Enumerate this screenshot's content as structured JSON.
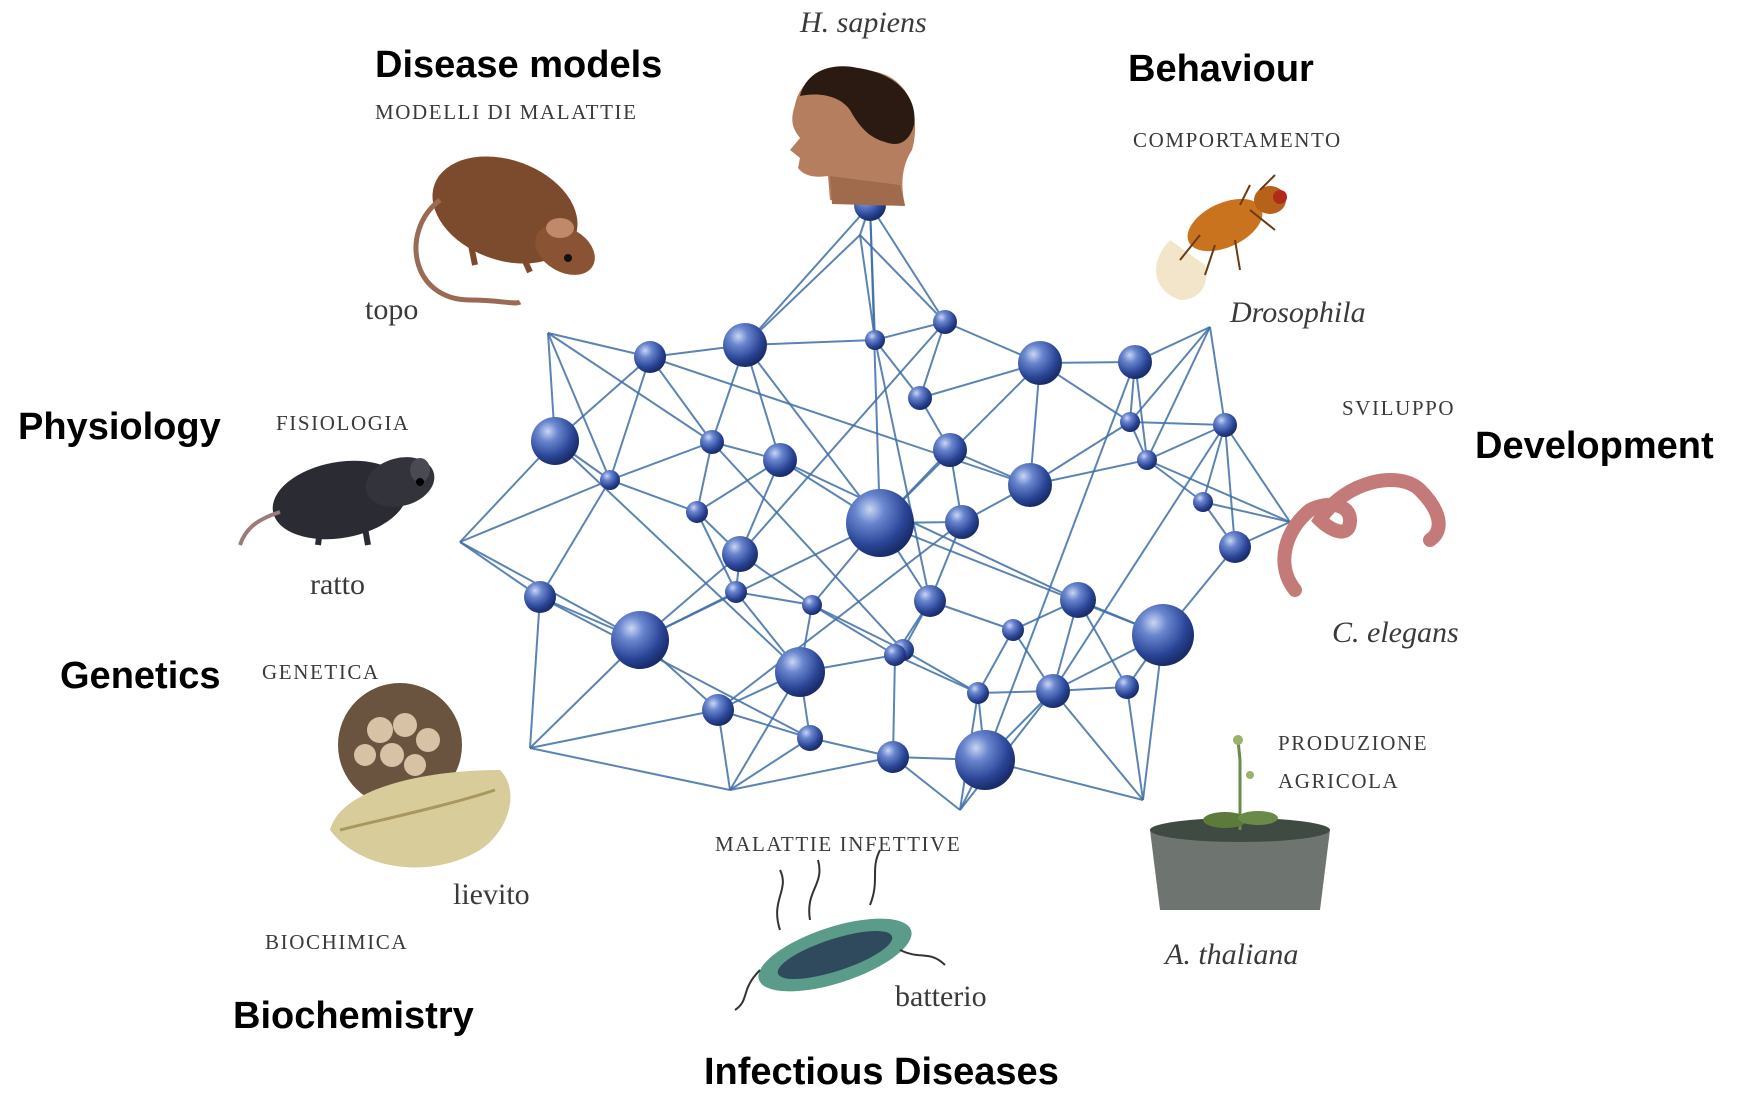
{
  "english_labels": {
    "disease_models": "Disease models",
    "behaviour": "Behaviour",
    "physiology": "Physiology",
    "development": "Development",
    "genetics": "Genetics",
    "biochemistry": "Biochemistry",
    "infectious_diseases": "Infectious Diseases"
  },
  "italian_labels": {
    "modelli": "MODELLI DI MALATTIE",
    "comportamento": "COMPORTAMENTO",
    "fisiologia": "FISIOLOGIA",
    "sviluppo": "SVILUPPO",
    "genetica": "GENETICA",
    "biochimica": "BIOCHIMICA",
    "malattie_infettive": "MALATTIE INFETTIVE",
    "produzione": "PRODUZIONE",
    "agricola": "AGRICOLA"
  },
  "organisms": {
    "human": "H. sapiens",
    "drosophila": "Drosophila",
    "celegans": "C. elegans",
    "thaliana": "A. thaliana",
    "topo": "topo",
    "ratto": "ratto",
    "lievito": "lievito",
    "batterio": "batterio"
  },
  "colors": {
    "network_line": "#3f6fa6",
    "node": "#2f4f9e",
    "text": "#000000",
    "italian_text": "#3a3a3a"
  },
  "icons": [
    "human-head-icon",
    "mouse-icon",
    "fruit-fly-icon",
    "rat-icon",
    "worm-icon",
    "yeast-icon",
    "bacterium-icon",
    "plant-icon"
  ]
}
